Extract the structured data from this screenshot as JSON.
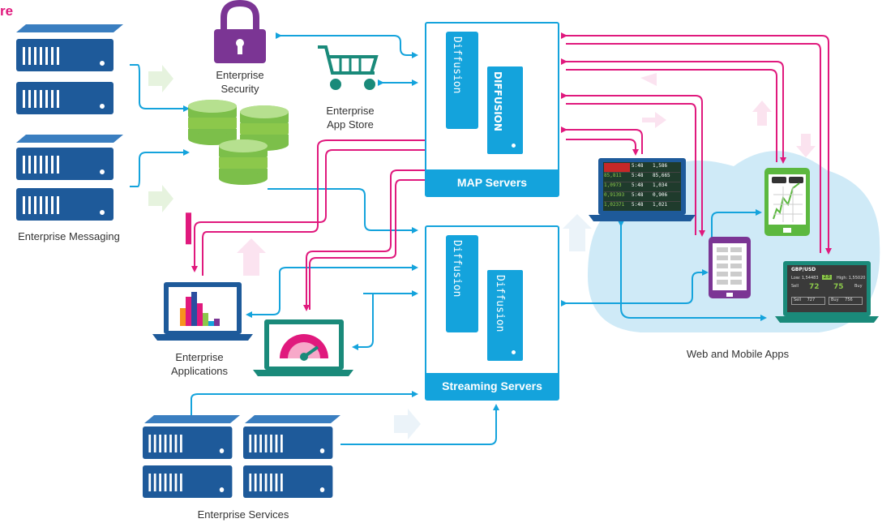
{
  "header": {
    "text": "re"
  },
  "nodes": {
    "enterprise_security": [
      "Enterprise",
      "Security"
    ],
    "enterprise_app_store": [
      "Enterprise",
      "App Store"
    ],
    "enterprise_messaging": "Enterprise Messaging",
    "enterprise_applications": [
      "Enterprise",
      "Applications"
    ],
    "enterprise_services": "Enterprise Services",
    "web_mobile_apps": "Web and Mobile Apps",
    "map_servers": "MAP Servers",
    "streaming_servers": "Streaming Servers"
  },
  "brand": {
    "diffusion_bold": "DIFFUSION",
    "diffusion_light": "Diffusion"
  },
  "ticker_rows": [
    {
      "price": "85,811",
      "time": "5:48",
      "vol": "85,665"
    },
    {
      "price": "1,0973",
      "time": "5:48",
      "vol": "1,034"
    },
    {
      "price": "0,91393",
      "time": "5:48",
      "vol": "0,906"
    },
    {
      "price": "1,02371",
      "time": "5:48",
      "vol": "1,021"
    }
  ],
  "ticker_first": {
    "time": "5:48",
    "vol": "1,586"
  },
  "fx_widget": {
    "pair": "GBP/USD",
    "low": "Low: 1,54483",
    "spread": "2.0",
    "high": "High: 1,55020",
    "sell": "Sell",
    "buy": "Buy",
    "sell_price": "72",
    "buy_price": "75",
    "sell_btn": "Sell",
    "sell_amt": "727",
    "buy_btn": "Buy",
    "buy_amt": "756"
  },
  "colors": {
    "blue": "#14a3dc",
    "magenta": "#e0197d",
    "navy": "#1e5a9a",
    "green": "#8cc84b",
    "purple": "#7b3594",
    "teal": "#1a8a7a",
    "cloud": "#cfeaf7"
  }
}
